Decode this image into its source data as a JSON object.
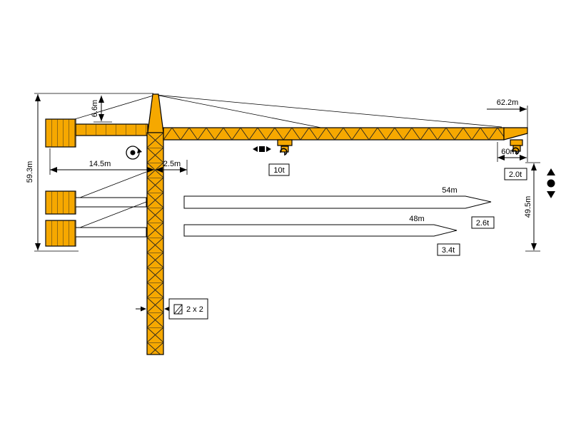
{
  "diagram": {
    "name": "tower-crane-working-range-diagram",
    "colors": {
      "crane_fill": "#F6A800",
      "line": "#000000",
      "background": "#FFFFFF"
    },
    "labels": {
      "total_height": "59.3m",
      "cat_head_height": "6.6m",
      "counter_jib_radius": "14.5m",
      "front_offset": "2.5m",
      "max_radius": "62.2m",
      "tip_hook_radius": "60m",
      "tip_capacity": "2.0t",
      "hook_height": "49.5m",
      "max_capacity": "10t",
      "jib_option_1_length": "54m",
      "jib_option_1_capacity": "2.6t",
      "jib_option_2_length": "48m",
      "jib_option_2_capacity": "3.4t",
      "tower_section": "2 x 2"
    },
    "icons": {
      "slewing": "slewing-rotation-icon",
      "trolley": "trolley-travel-icon",
      "hoist": "hook-hoist-icon"
    }
  }
}
